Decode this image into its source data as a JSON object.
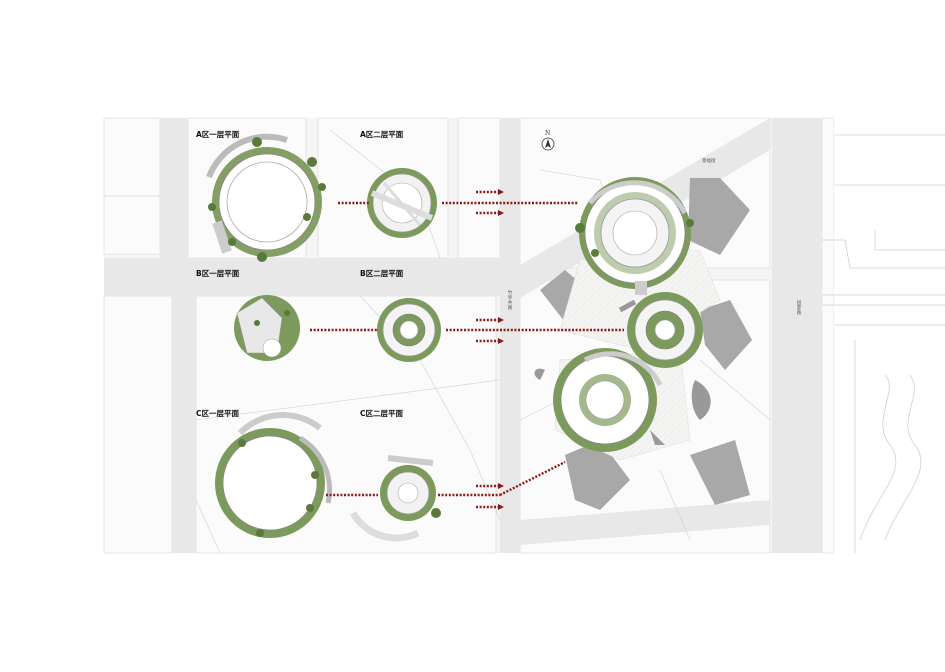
{
  "plans": {
    "a_floor1": "A区一层平面",
    "a_floor2": "A区二层平面",
    "b_floor1": "B区一层平面",
    "b_floor2": "B区二层平面",
    "c_floor1": "C区一层平面",
    "c_floor2": "C区二层平面"
  },
  "roads": {
    "top_right": "景福街",
    "middle_vertical": "竹亭共路",
    "right_vertical": "园夏路"
  },
  "north_arrow": {
    "letter": "N",
    "icon": "north-arrow-icon"
  },
  "colors": {
    "green": "#7c9a5c",
    "green_dark": "#5a7a3c",
    "road": "#e6e6e6",
    "arrow": "#8b1a1a",
    "building": "#a9a9a9"
  }
}
